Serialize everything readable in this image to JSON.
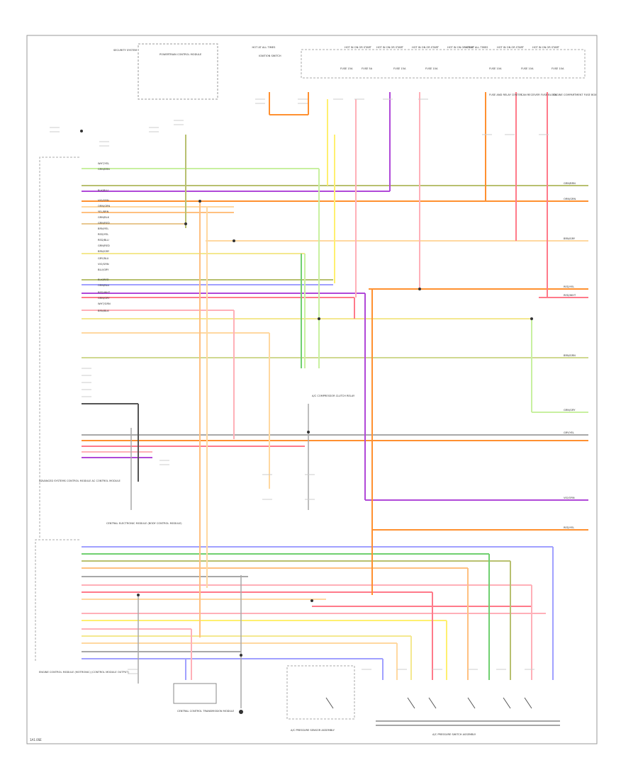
{
  "diagram": {
    "footer_code": "1A1.0SE",
    "top_labels": [
      "HOT AT ALL TIMES",
      "HOT IN ON OR START",
      "HOT IN ON OR START",
      "HOT IN ON OR START",
      "HOT IN ON OR START",
      "HOT AT ALL TIMES",
      "HOT IN ON OR START",
      "HOT IN ON OR START"
    ],
    "fuse_labels": [
      "FUSE 15A",
      "FUSE 5A",
      "FUSE 15A",
      "FUSE 10A",
      "FUSE 10A",
      "FUSE 10A",
      "FUSE 10A"
    ],
    "module_labels": {
      "powertrain_top": "POWERTRAIN CONTROL MODULE",
      "security_top": "SECURITY SYSTEM",
      "right_block_1": "FUSE AND RELAY CENTER",
      "right_block_2": "CAN RECEIVER FUSE BLOCK",
      "right_block_3": "ENGINE COMPARTMENT FUSE BOX",
      "left_mid": "ADVANCED SYSTEMS CONTROL MODULE AC CONTROL MODULE",
      "left_mid_2": "CENTRAL ELECTRONIC MODULE (BODY CONTROL MODULE)",
      "left_bottom": "ENGINE CONTROL MODULE (MOTRONIC) (CONTROL MODULE OUTPUT)",
      "center_bottom": "CENTRAL CONTROL TRANSMISSION MODULE",
      "ignition_switch": "IGNITION SWITCH",
      "bottom_center_box": "A/C PRESSURE SENSOR ASSEMBLY",
      "bottom_right_box": "A/C PRESSURE SWITCH ASSEMBLY",
      "relay_block": "A/C COMPRESSOR CLUTCH RELAY"
    },
    "wire_labels": [
      "WHT/YEL",
      "GRN/BRN",
      "BLK/BLU",
      "VIO/ORN",
      "ORN/GRN",
      "YEL/BRN",
      "GRN/BLK",
      "GRN/RED",
      "BRN/YEL",
      "RED/YEL",
      "RED/BLU",
      "GRN/RED",
      "BRN/GRY",
      "GRY/BLU",
      "VIO/GRN",
      "BLU/GRY",
      "BLK/RED",
      "ORN/BLU",
      "RED/WHT",
      "GRN/GRY",
      "WHT/GRN",
      "BRN/BLK"
    ],
    "right_labels": [
      "GRN/BRN",
      "ORN/GRN",
      "BRN/GRY",
      "RED/YEL",
      "RED/WHT",
      "BRN/GRN",
      "GRN/GRY",
      "GRY/YEL",
      "VIO/ORN",
      "RED/YEL"
    ],
    "colors": {
      "green": "#c8f0a0",
      "violet": "#b048d8",
      "orange": "#ffc080",
      "orange_dark": "#ff9030",
      "yellow": "#fff070",
      "pink": "#ffb0b8",
      "red": "#ff7a8a",
      "blue": "#a0a0ff",
      "olive": "#b8c070",
      "gray": "#a8a8a8",
      "dark": "#555555",
      "lime": "#70d070",
      "peach": "#ffd8a0",
      "cream": "#f4e890",
      "frame": "#999999"
    }
  }
}
